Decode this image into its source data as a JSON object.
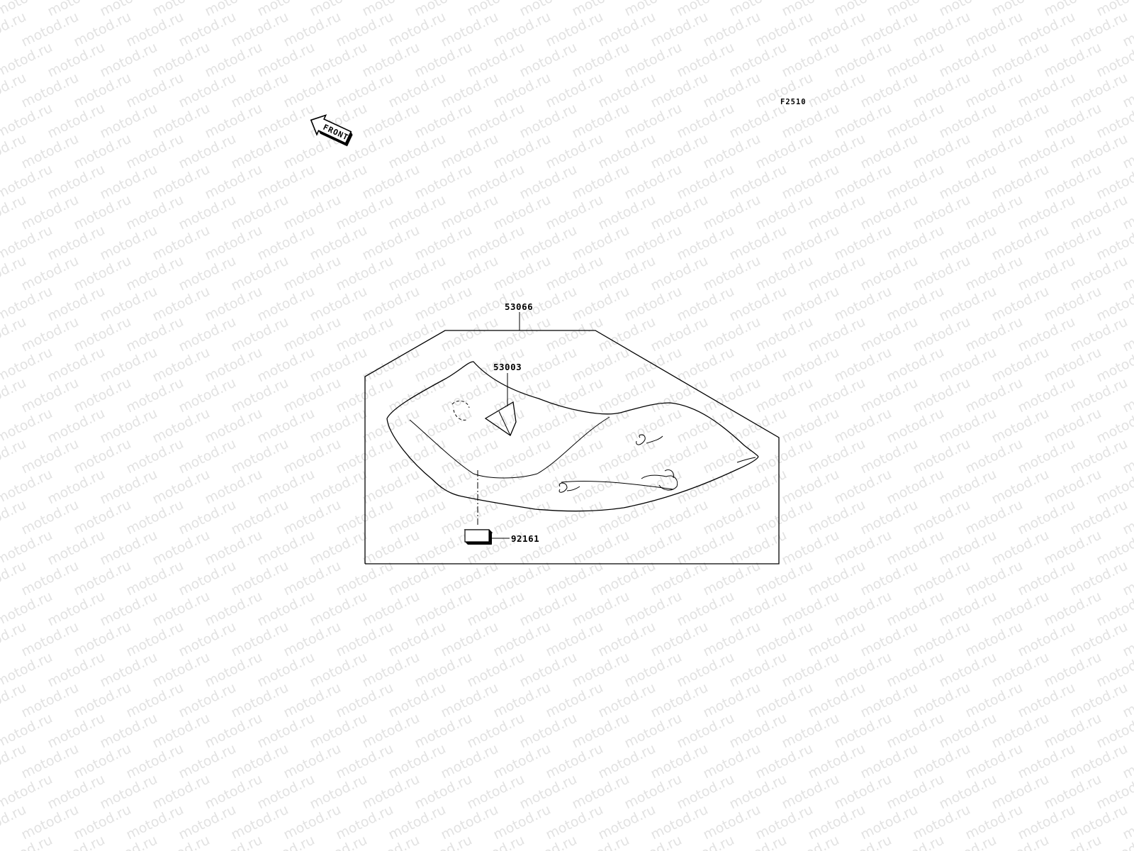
{
  "diagram": {
    "code": "F2510",
    "front_label": "FRONT",
    "watermark_text": "motod.ru",
    "parts": {
      "seat_assy": "53066",
      "seat_cover": "53003",
      "damper": "92161"
    },
    "colors": {
      "line": "#000000",
      "watermark": "#e2e2e2",
      "background": "#ffffff"
    }
  }
}
